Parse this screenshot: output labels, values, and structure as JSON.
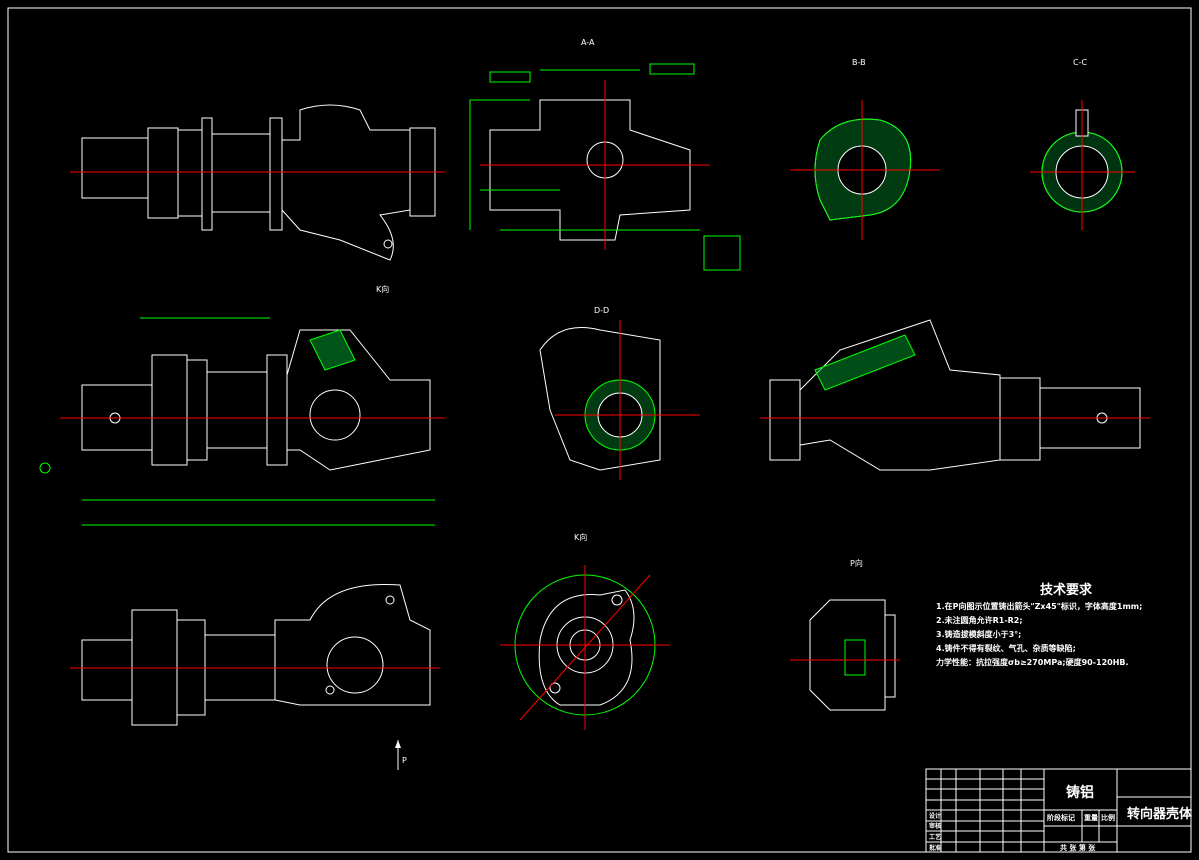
{
  "views": {
    "section_aa": "A-A",
    "section_bb": "B-B",
    "section_cc": "C-C",
    "section_dd": "D-D",
    "view_k": "K向",
    "view_p": "P向",
    "arrow_p": "P",
    "arrow_k": "K向"
  },
  "technical_requirements": {
    "title": "技术要求",
    "items": [
      "1.在P向图示位置铸出箭头\"Zx45\"标识，字体高度1mm;",
      "2.未注圆角允许R1-R2;",
      "3.铸造拔模斜度小于3°;",
      "4.铸件不得有裂纹、气孔、杂质等缺陷;",
      "力学性能：抗拉强度σb≥270MPa;硬度90-120HB."
    ]
  },
  "title_block": {
    "material": "铸铝",
    "part_name": "转向器壳体",
    "stage_mark": "阶段标记",
    "weight": "重量",
    "scale": "比例",
    "sheets": "共 张 第 张",
    "design": "设计",
    "check": "审核",
    "process": "工艺",
    "approve": "批准"
  },
  "colors": {
    "background": "#000000",
    "outline": "#ffffff",
    "dimension": "#00ff00",
    "centerline": "#ff0000",
    "hatch": "#00ff00"
  }
}
